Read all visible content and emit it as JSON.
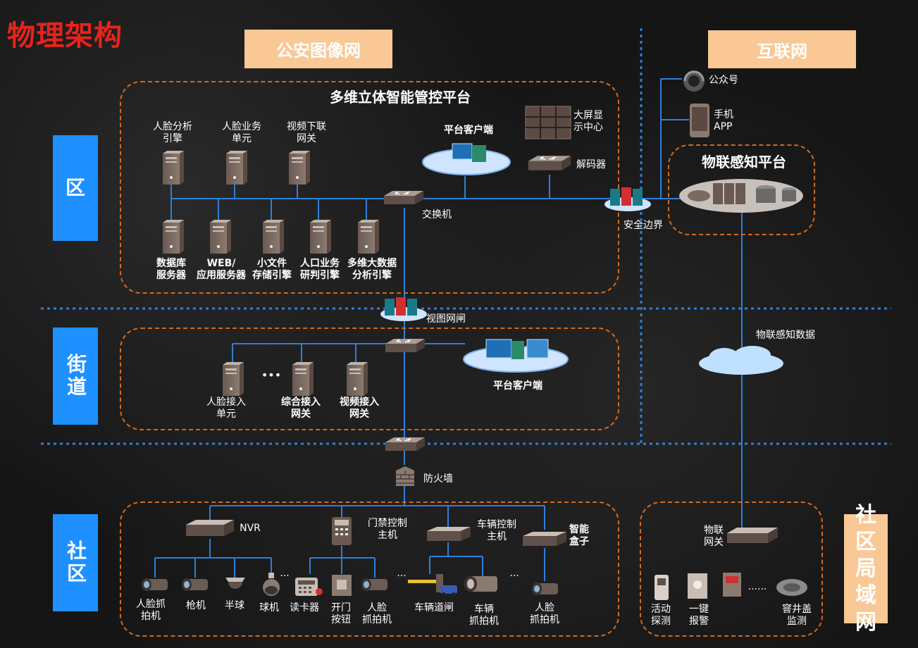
{
  "title": "物理架构",
  "headers": {
    "police_net": "公安图像网",
    "internet": "互联网"
  },
  "zones": {
    "district": "区",
    "street": "街道",
    "community": "社区",
    "community_lan": [
      "社",
      "区",
      "局",
      "域",
      "网"
    ]
  },
  "district": {
    "platform_title": "多维立体智能管控平台",
    "face_engine": [
      "人脸分析",
      "引擎"
    ],
    "face_business": [
      "人脸业务",
      "单元"
    ],
    "video_gateway": [
      "视频下联",
      "网关"
    ],
    "platform_client": "平台客户端",
    "big_screen": [
      "大屏显",
      "示中心"
    ],
    "decoder": "解码器",
    "switch": "交换机",
    "db_server": [
      "数据库",
      "服务器"
    ],
    "web_server": [
      "WEB/",
      "应用服务器"
    ],
    "small_file": [
      "小文件",
      "存储引擎"
    ],
    "ai_judge": [
      "人口业务",
      "研判引擎"
    ],
    "bigdata_engine": [
      "多维大数据",
      "分析引擎"
    ]
  },
  "boundary": {
    "security_border": "安全边界",
    "video_gate": "视图网闸"
  },
  "internet": {
    "wechat": "公众号",
    "mobile_app": [
      "手机",
      "APP"
    ],
    "iot_platform": "物联感知平台",
    "iot_data": "物联感知数据"
  },
  "street": {
    "face_access": [
      "人脸接入",
      "单元"
    ],
    "ellipsis": "•••",
    "combo_gateway": [
      "综合接入",
      "网关"
    ],
    "video_gateway": [
      "视频接入",
      "网关"
    ],
    "platform_client": "平台客户端"
  },
  "community": {
    "firewall": "防火墙",
    "nvr": "NVR",
    "access_ctrl": [
      "门禁控制",
      "主机"
    ],
    "vehicle_ctrl": [
      "车辆控制",
      "主机"
    ],
    "smart_box": [
      "智能",
      "盒子"
    ],
    "face_capture": [
      "人脸抓",
      "拍机"
    ],
    "bullet_cam": "枪机",
    "dome_half": "半球",
    "dome_ball": "球机",
    "card_reader": "读卡器",
    "door_button": [
      "开门",
      "按钮"
    ],
    "face_capture2": [
      "人脸",
      "抓拍机"
    ],
    "vehicle_gate": "车辆道闸",
    "vehicle_capture": [
      "车辆",
      "抓拍机"
    ],
    "face_capture3": [
      "人脸",
      "抓拍机"
    ],
    "dots": "...",
    "iot_gateway": [
      "物联",
      "网关"
    ],
    "activity_detect": [
      "活动",
      "探测"
    ],
    "sos": [
      "一键",
      "报警"
    ],
    "manhole": [
      "窨井盖",
      "监测"
    ],
    "dots2": "......"
  },
  "colors": {
    "title_red": "#e8231b",
    "header_orange": "#f9c895",
    "zone_blue": "#1e90ff",
    "line_blue": "#2f7fd9",
    "dashed_orange": "#d2691e"
  }
}
